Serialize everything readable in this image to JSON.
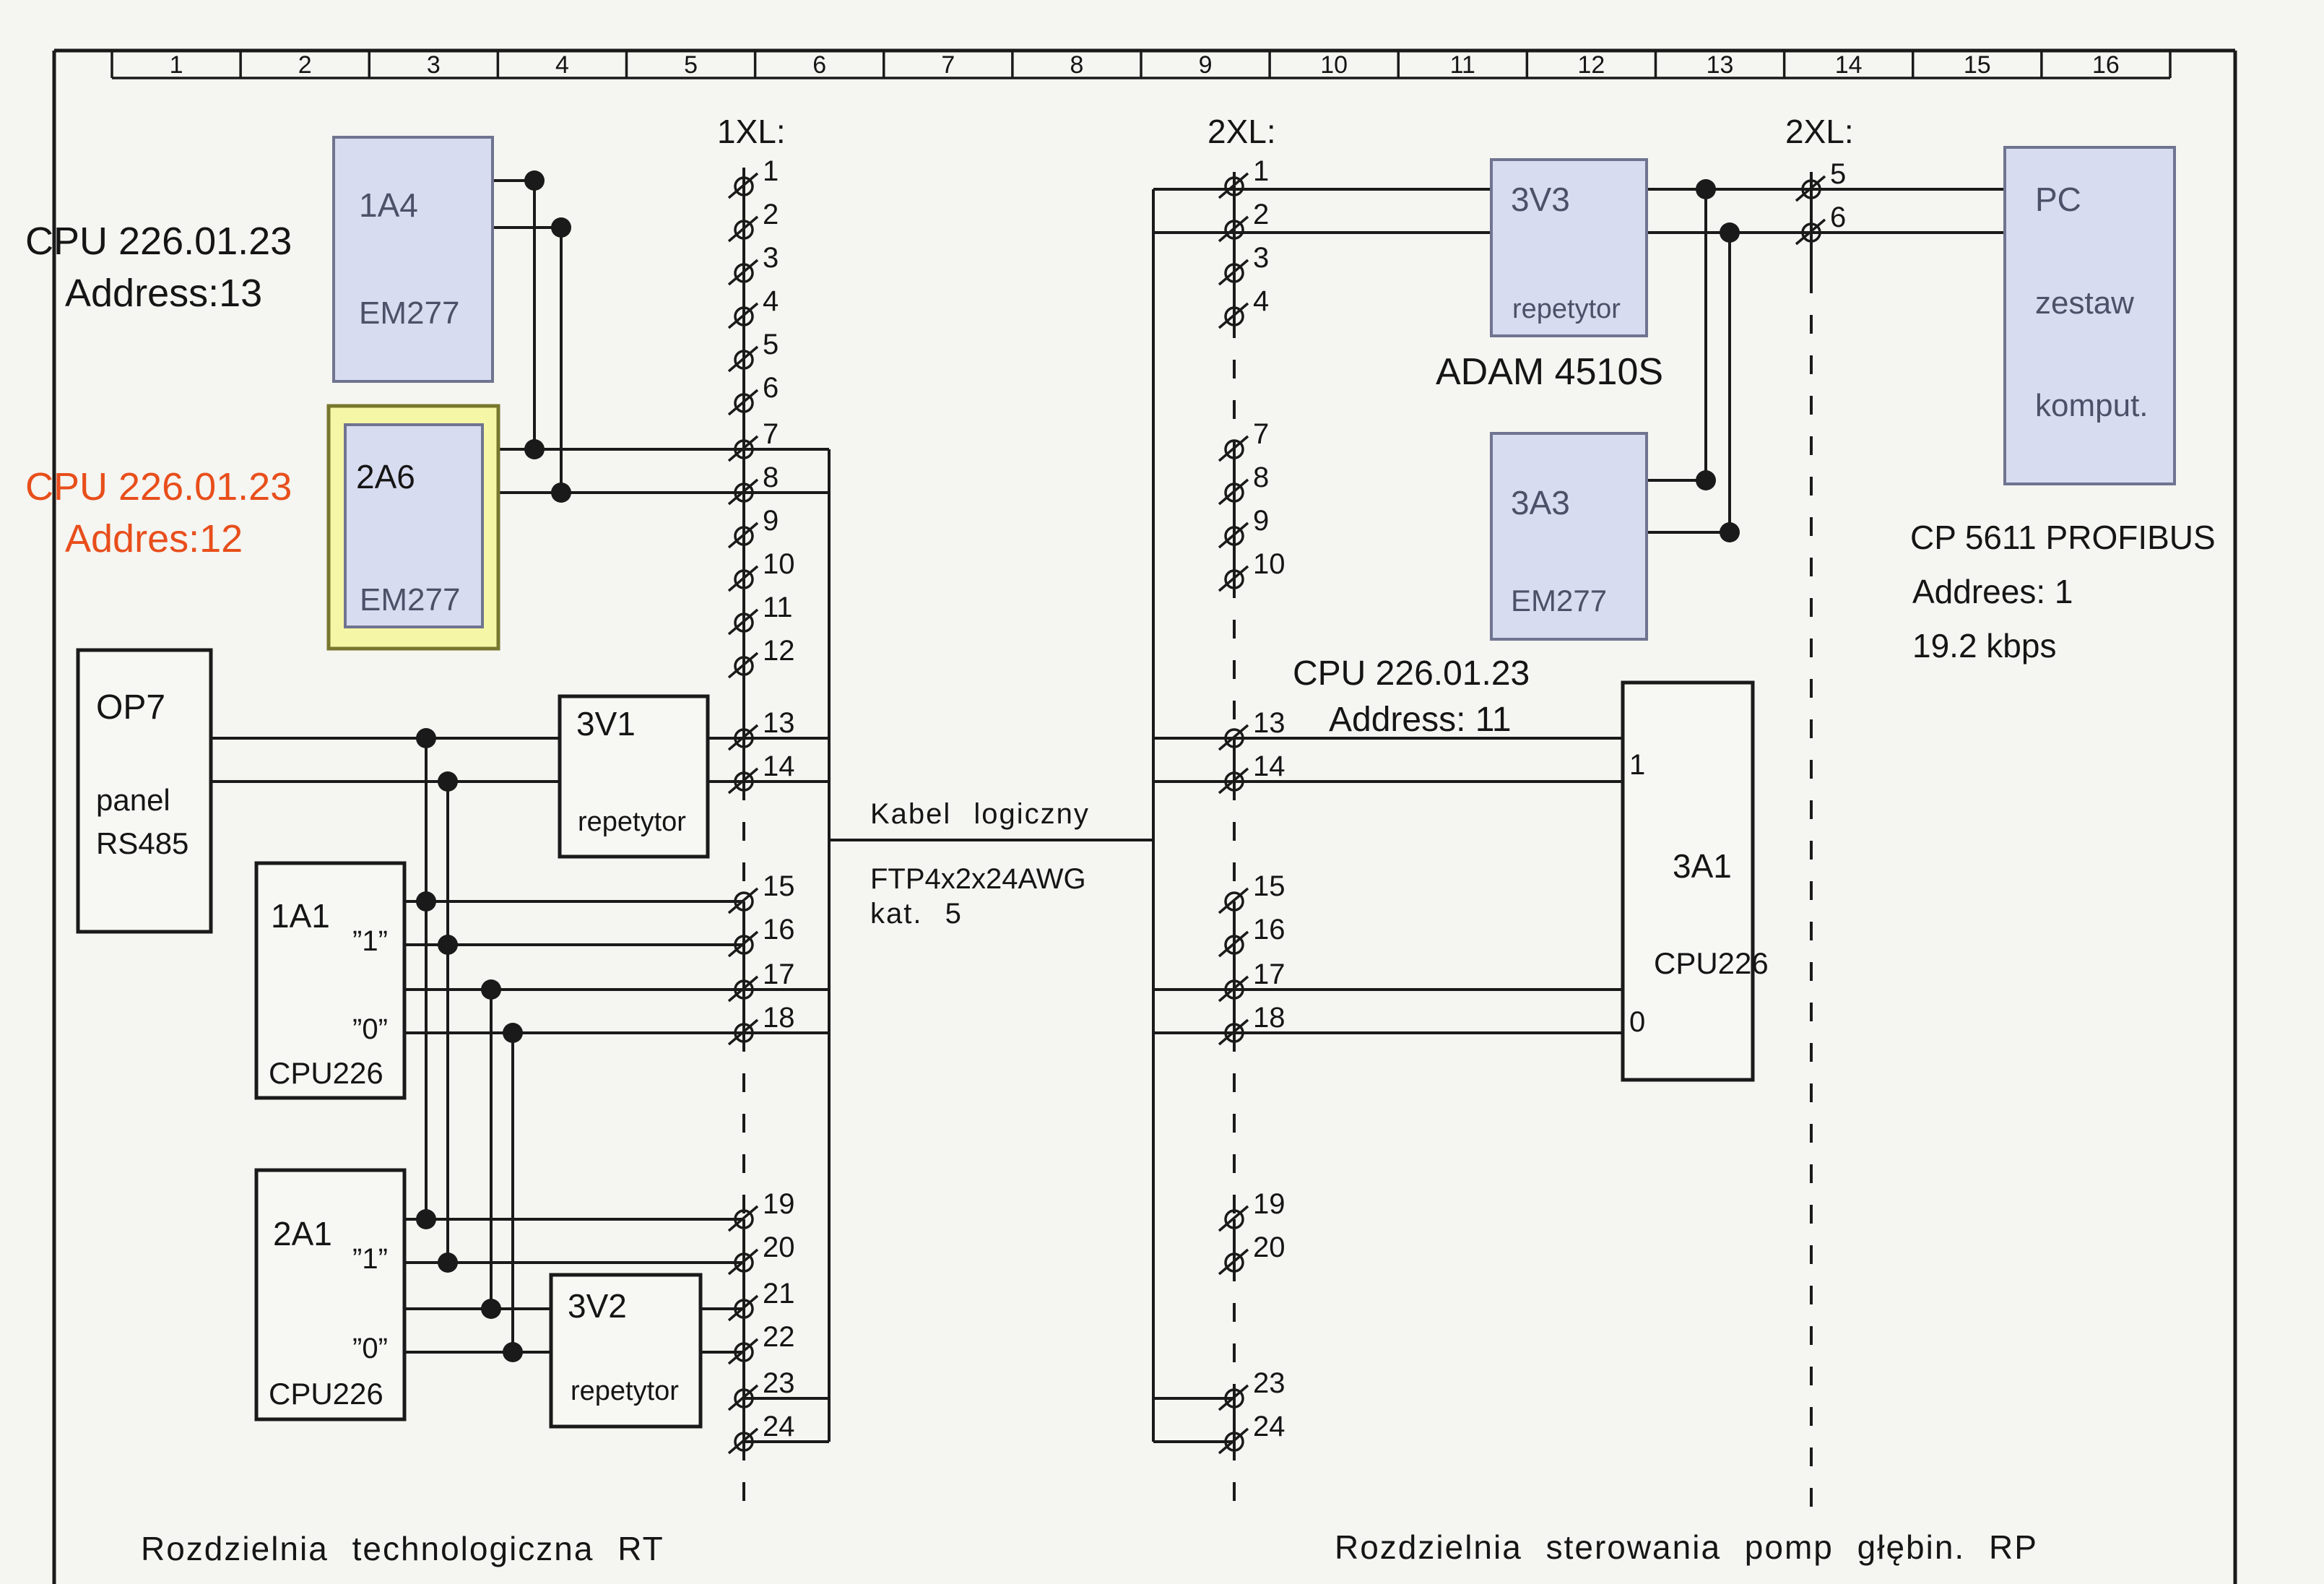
{
  "colors": {
    "paper": "#f5f5f1",
    "ink": "#1a1a1a",
    "module_fill": "#d8dcf0",
    "module_border": "#6f7490",
    "module_text": "#4b5168",
    "highlight_fill": "#f6f7a6",
    "highlight_border": "#77772e",
    "accent_orange": "#e84e1b"
  },
  "ruler": {
    "cells": [
      "1",
      "2",
      "3",
      "4",
      "5",
      "6",
      "7",
      "8",
      "9",
      "10",
      "11",
      "12",
      "13",
      "14",
      "15",
      "16"
    ]
  },
  "strips": [
    {
      "label": "1XL:",
      "terminals": [
        "1",
        "2",
        "3",
        "4",
        "5",
        "6",
        "7",
        "8",
        "9",
        "10",
        "11",
        "12",
        "13",
        "14",
        "15",
        "16",
        "17",
        "18",
        "19",
        "20",
        "21",
        "22",
        "23",
        "24"
      ]
    },
    {
      "label": "2XL:",
      "terminals": [
        "1",
        "2",
        "3",
        "4",
        "7",
        "8",
        "9",
        "10",
        "13",
        "14",
        "15",
        "16",
        "17",
        "18",
        "19",
        "20",
        "23",
        "24"
      ]
    },
    {
      "label": "2XL:",
      "terminals": [
        "5",
        "6"
      ]
    }
  ],
  "blocks": {
    "b1a4": {
      "name": "1A4",
      "sub": "EM277"
    },
    "b2a6": {
      "name": "2A6",
      "sub": "EM277"
    },
    "op7": {
      "name": "OP7",
      "line2": "panel",
      "line3": "RS485"
    },
    "b1a1": {
      "name": "1A1",
      "one": "”1”",
      "zero": "”0”",
      "cpu": "CPU226"
    },
    "b2a1": {
      "name": "2A1",
      "one": "”1”",
      "zero": "”0”",
      "cpu": "CPU226"
    },
    "v1": {
      "name": "3V1",
      "sub": "repetytor"
    },
    "v2": {
      "name": "3V2",
      "sub": "repetytor"
    },
    "v3": {
      "name": "3V3",
      "sub": "repetytor"
    },
    "b3a3": {
      "name": "3A3",
      "sub": "EM277"
    },
    "b3a1": {
      "name": "3A1",
      "one": "1",
      "zero": "0",
      "cpu": "CPU226"
    },
    "pc": {
      "name": "PC",
      "line2": "zestaw",
      "line3": "komput."
    }
  },
  "annotations": {
    "cpu13": {
      "line1": "CPU 226.01.23",
      "line2": "Address:13"
    },
    "cpu12": {
      "line1": "CPU 226.01.23",
      "line2": "Addres:12"
    },
    "cpu11": {
      "line1": "CPU 226.01.23",
      "line2": "Address: 11"
    },
    "adam": "ADAM 4510S",
    "cp": {
      "line1": "CP 5611 PROFIBUS",
      "line2": "Addrees: 1",
      "line3": "19.2 kbps"
    },
    "cable": {
      "line1": "Kabel logiczny",
      "line2": "FTP4x2x24AWG",
      "line3": "kat. 5"
    },
    "bottom_left": "Rozdzielnia technologiczna RT",
    "bottom_right": "Rozdzielnia sterowania pomp głębin. RP"
  }
}
